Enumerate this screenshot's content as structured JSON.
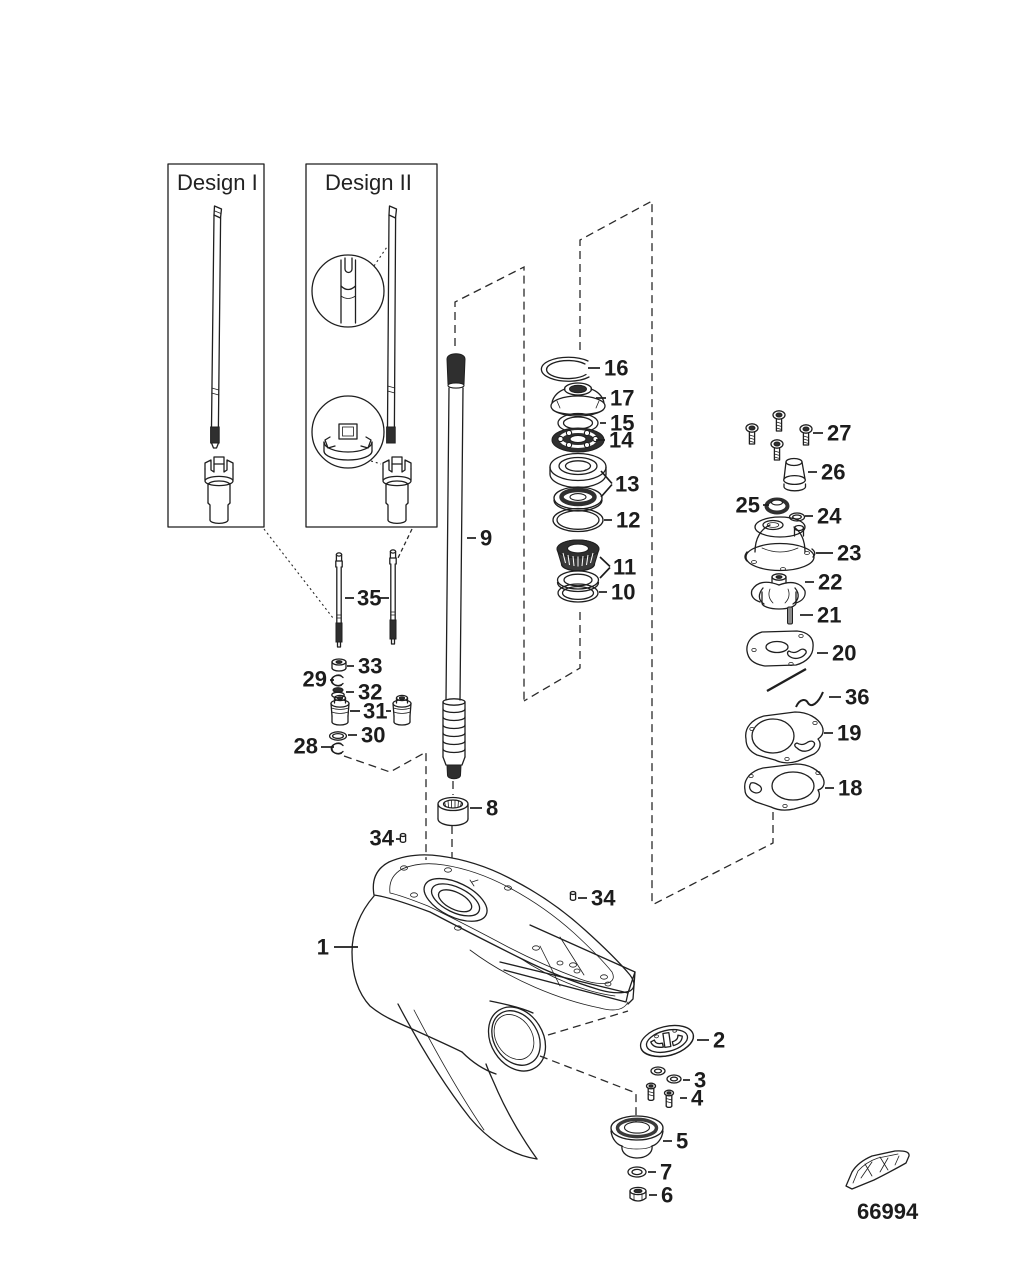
{
  "diagram": {
    "design1_title": "Design I",
    "design2_title": "Design II",
    "drawing_number": "66994",
    "callouts": {
      "c1": "1",
      "c2": "2",
      "c3": "3",
      "c4": "4",
      "c5": "5",
      "c6": "6",
      "c7": "7",
      "c8": "8",
      "c9": "9",
      "c10": "10",
      "c11": "11",
      "c12": "12",
      "c13": "13",
      "c14": "14",
      "c15": "15",
      "c16": "16",
      "c17": "17",
      "c18": "18",
      "c19": "19",
      "c20": "20",
      "c21": "21",
      "c22": "22",
      "c23": "23",
      "c24": "24",
      "c25": "25",
      "c26": "26",
      "c27": "27",
      "c28": "28",
      "c29": "29",
      "c30": "30",
      "c31": "31",
      "c32": "32",
      "c33": "33",
      "c34a": "34",
      "c34b": "34",
      "c35": "35",
      "c36": "36"
    }
  }
}
